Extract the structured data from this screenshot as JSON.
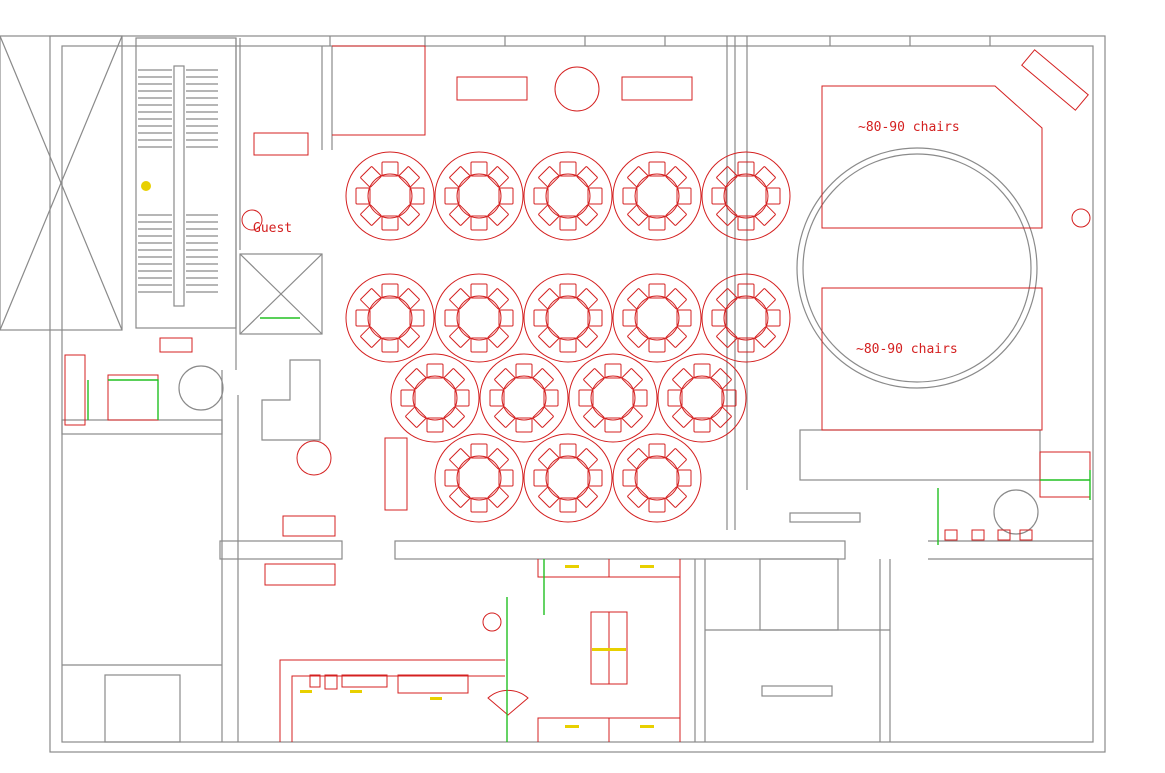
{
  "plan": {
    "labels": {
      "seating_zone_1": "~80-90 chairs",
      "seating_zone_2": "~80-90 chairs",
      "guest_room": "Guest"
    },
    "banquet_tables": {
      "rows": [
        5,
        5,
        4,
        3
      ],
      "chairs_per_table": 8
    },
    "colors": {
      "walls": "#8a8a8a",
      "furniture": "#d42020",
      "doors_glazing": "#22c022",
      "annotations": "#e8d000"
    }
  }
}
